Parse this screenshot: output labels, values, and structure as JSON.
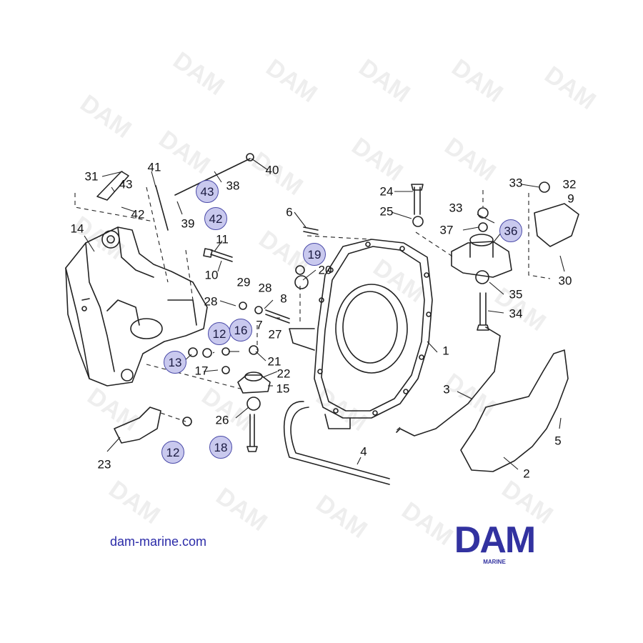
{
  "diagram": {
    "plain_labels": [
      "31",
      "43",
      "42",
      "41",
      "39",
      "38",
      "40",
      "14",
      "11",
      "10",
      "29",
      "28",
      "28",
      "8",
      "7",
      "27",
      "6",
      "20",
      "17",
      "21",
      "22",
      "15",
      "26",
      "23",
      "24",
      "25",
      "33",
      "33",
      "32",
      "9",
      "37",
      "30",
      "35",
      "34",
      "1",
      "3",
      "5",
      "2",
      "4"
    ],
    "circled_labels": [
      "43",
      "42",
      "19",
      "36",
      "12",
      "16",
      "13",
      "12",
      "18"
    ]
  },
  "footer": {
    "website": "dam-marine.com",
    "logo_text": "DAM",
    "logo_sub": "MARINE"
  },
  "colors": {
    "line": "#222222",
    "callout_fill": "#c9c9ee",
    "callout_border": "#4a4aa8",
    "brand": "#3232a0"
  },
  "icons": [
    "dam-logo",
    "watermark"
  ]
}
